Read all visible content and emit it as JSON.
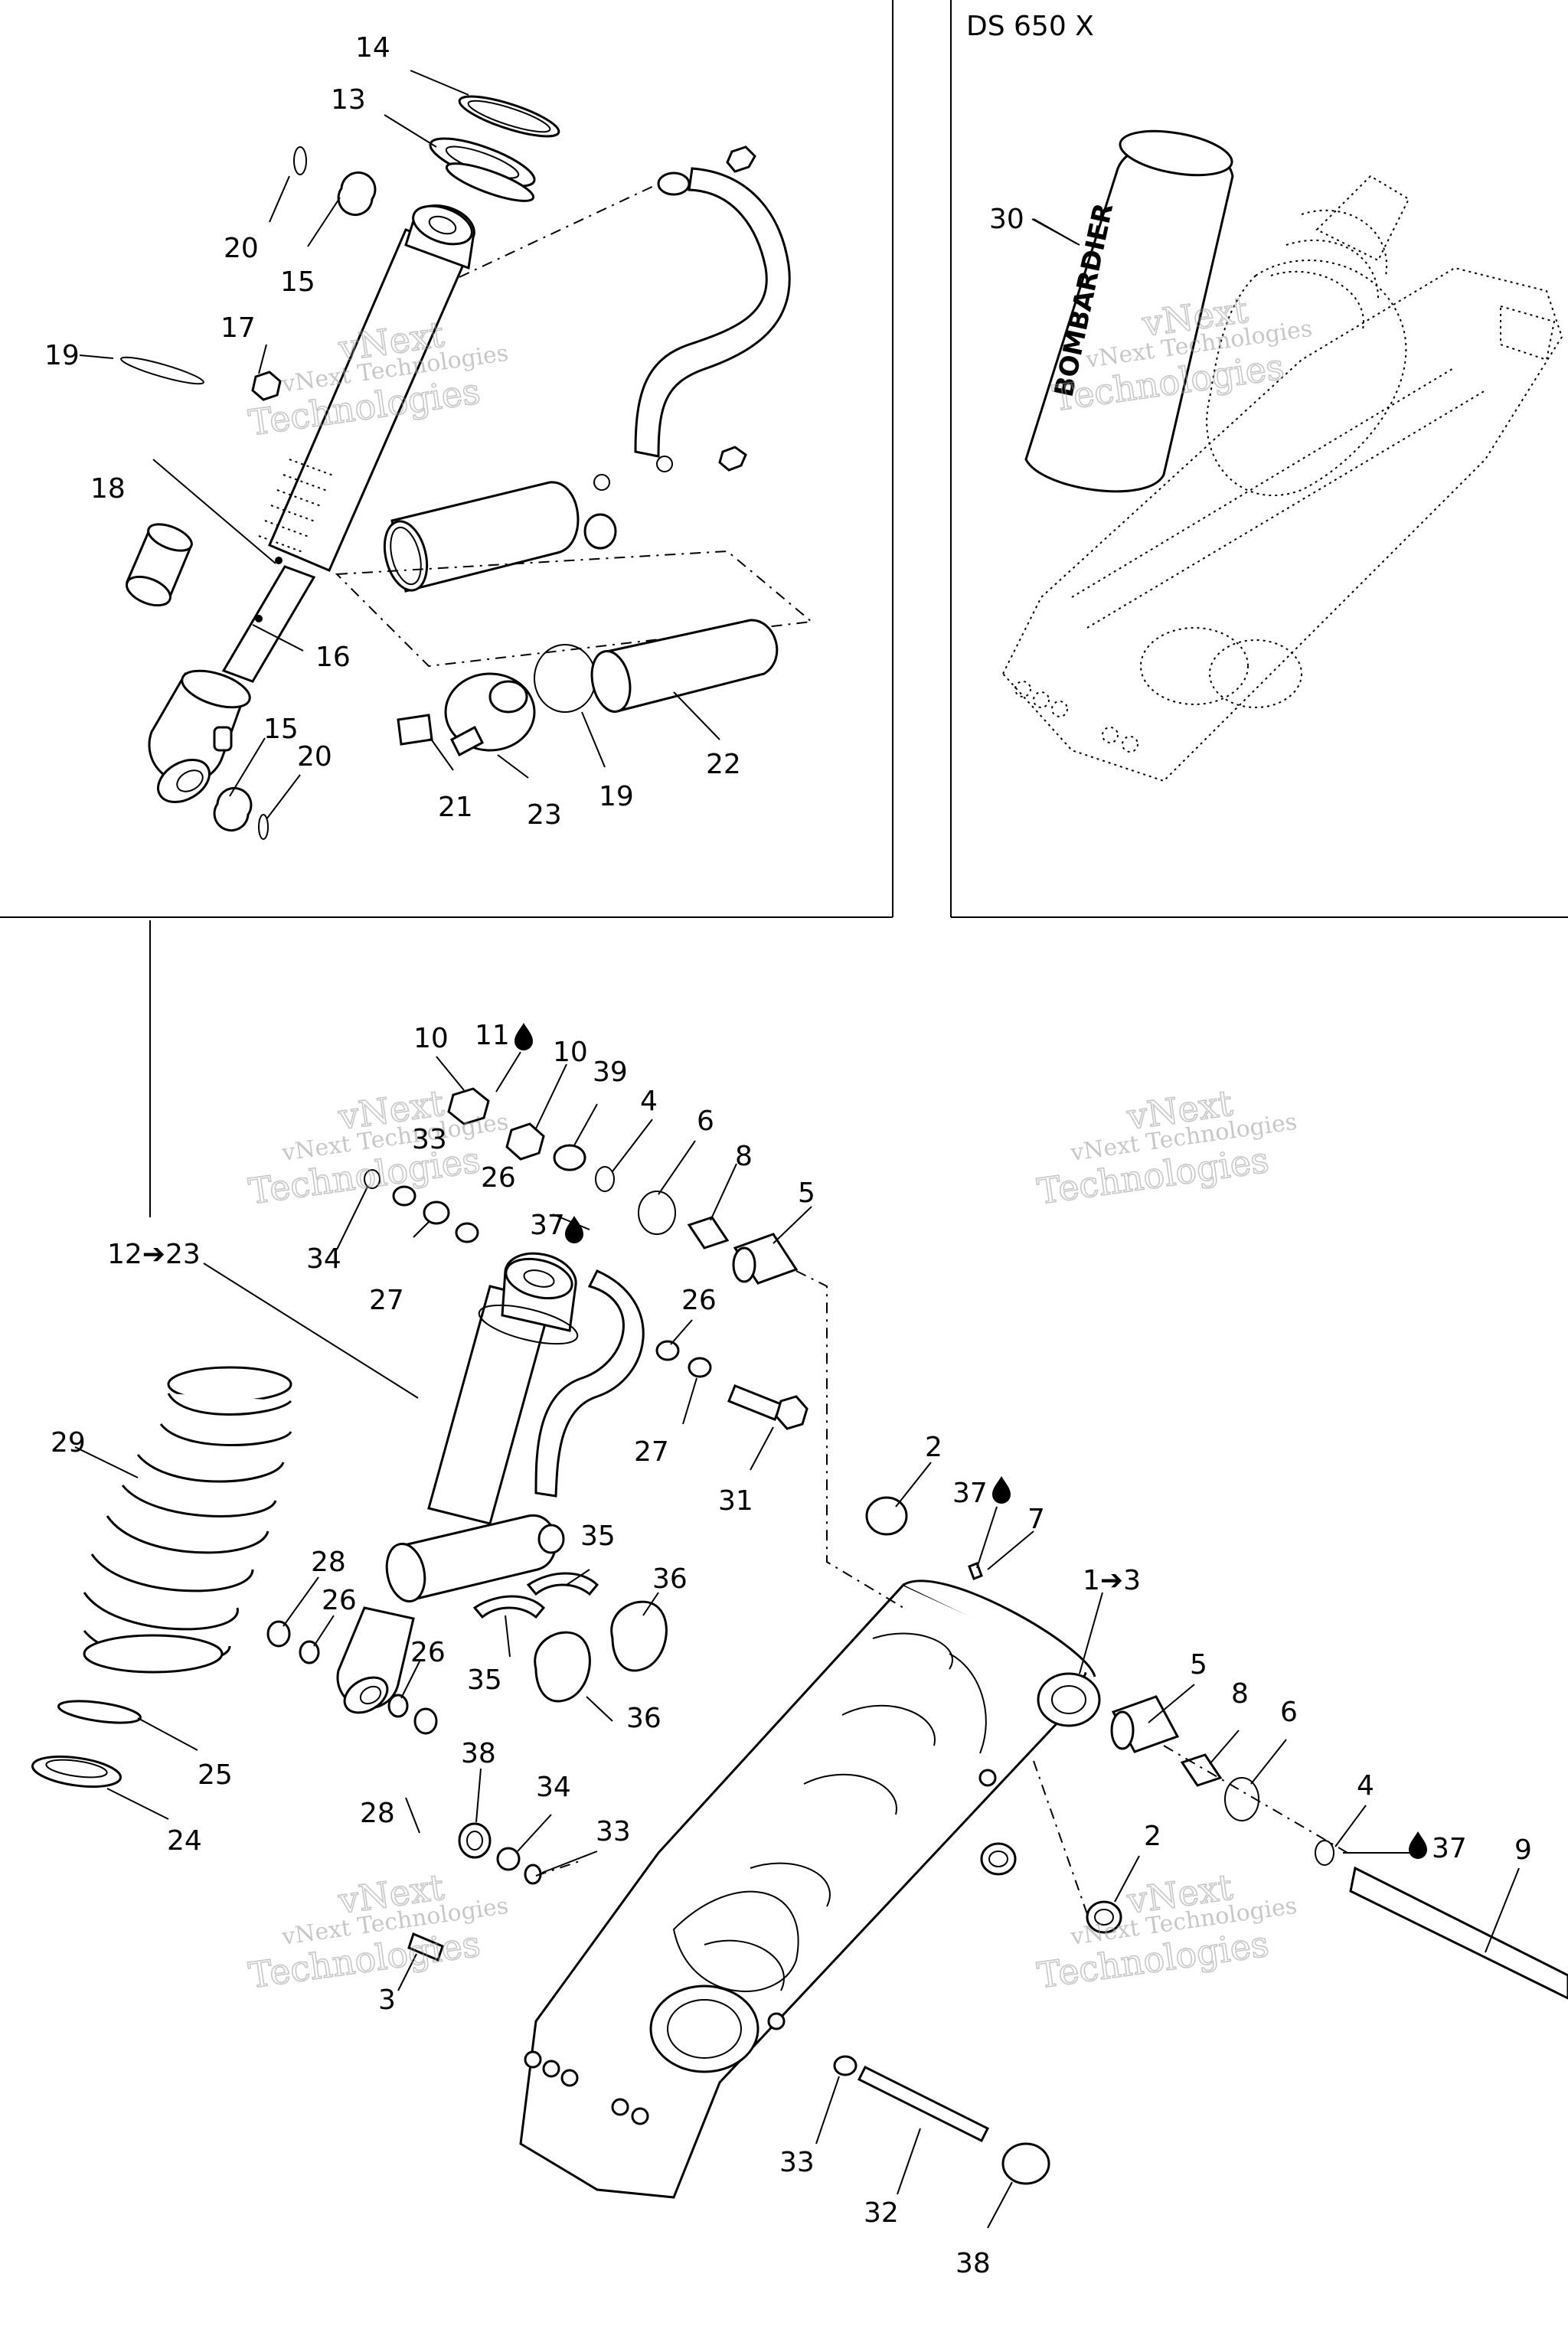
{
  "model_label": "DS 650 X",
  "watermark": {
    "line1": "vNext Technologies",
    "line2": "Technologies",
    "line2_lead": "vNext"
  },
  "callouts": [
    {
      "id": "c14",
      "text": "14"
    },
    {
      "id": "c13",
      "text": "13"
    },
    {
      "id": "c20a",
      "text": "20"
    },
    {
      "id": "c15a",
      "text": "15"
    },
    {
      "id": "c17",
      "text": "17"
    },
    {
      "id": "c19a",
      "text": "19"
    },
    {
      "id": "c18",
      "text": "18"
    },
    {
      "id": "c16",
      "text": "16"
    },
    {
      "id": "c15b",
      "text": "15"
    },
    {
      "id": "c20b",
      "text": "20"
    },
    {
      "id": "c21",
      "text": "21"
    },
    {
      "id": "c23",
      "text": "23"
    },
    {
      "id": "c19b",
      "text": "19"
    },
    {
      "id": "c22",
      "text": "22"
    },
    {
      "id": "c30",
      "text": "30"
    },
    {
      "id": "c10a",
      "text": "10"
    },
    {
      "id": "c11",
      "text": "11"
    },
    {
      "id": "c10b",
      "text": "10"
    },
    {
      "id": "c39",
      "text": "39"
    },
    {
      "id": "c4a",
      "text": "4"
    },
    {
      "id": "c6a",
      "text": "6"
    },
    {
      "id": "c8a",
      "text": "8"
    },
    {
      "id": "c5a",
      "text": "5"
    },
    {
      "id": "c33a",
      "text": "33"
    },
    {
      "id": "c26a",
      "text": "26"
    },
    {
      "id": "c37a",
      "text": "37"
    },
    {
      "id": "c34a",
      "text": "34"
    },
    {
      "id": "c27a",
      "text": "27"
    },
    {
      "id": "c12to23",
      "text": "12➔23"
    },
    {
      "id": "c26b",
      "text": "26"
    },
    {
      "id": "c27b",
      "text": "27"
    },
    {
      "id": "c31",
      "text": "31"
    },
    {
      "id": "c29",
      "text": "29"
    },
    {
      "id": "c2a",
      "text": "2"
    },
    {
      "id": "c37b",
      "text": "37"
    },
    {
      "id": "c7",
      "text": "7"
    },
    {
      "id": "c1to3",
      "text": "1➔3"
    },
    {
      "id": "c28a",
      "text": "28"
    },
    {
      "id": "c35a",
      "text": "35"
    },
    {
      "id": "c36a",
      "text": "36"
    },
    {
      "id": "c26c",
      "text": "26"
    },
    {
      "id": "c26d",
      "text": "26"
    },
    {
      "id": "c35b",
      "text": "35"
    },
    {
      "id": "c36b",
      "text": "36"
    },
    {
      "id": "c25",
      "text": "25"
    },
    {
      "id": "c5b",
      "text": "5"
    },
    {
      "id": "c8b",
      "text": "8"
    },
    {
      "id": "c6b",
      "text": "6"
    },
    {
      "id": "c28b",
      "text": "28"
    },
    {
      "id": "c38a",
      "text": "38"
    },
    {
      "id": "c34b",
      "text": "34"
    },
    {
      "id": "c33b",
      "text": "33"
    },
    {
      "id": "c4b",
      "text": "4"
    },
    {
      "id": "c37c",
      "text": "37"
    },
    {
      "id": "c24",
      "text": "24"
    },
    {
      "id": "c9",
      "text": "9"
    },
    {
      "id": "c2b",
      "text": "2"
    },
    {
      "id": "c3",
      "text": "3"
    },
    {
      "id": "c33c",
      "text": "33"
    },
    {
      "id": "c32",
      "text": "32"
    },
    {
      "id": "c38b",
      "text": "38"
    }
  ],
  "brand_on_part": "BOMBARDIER"
}
